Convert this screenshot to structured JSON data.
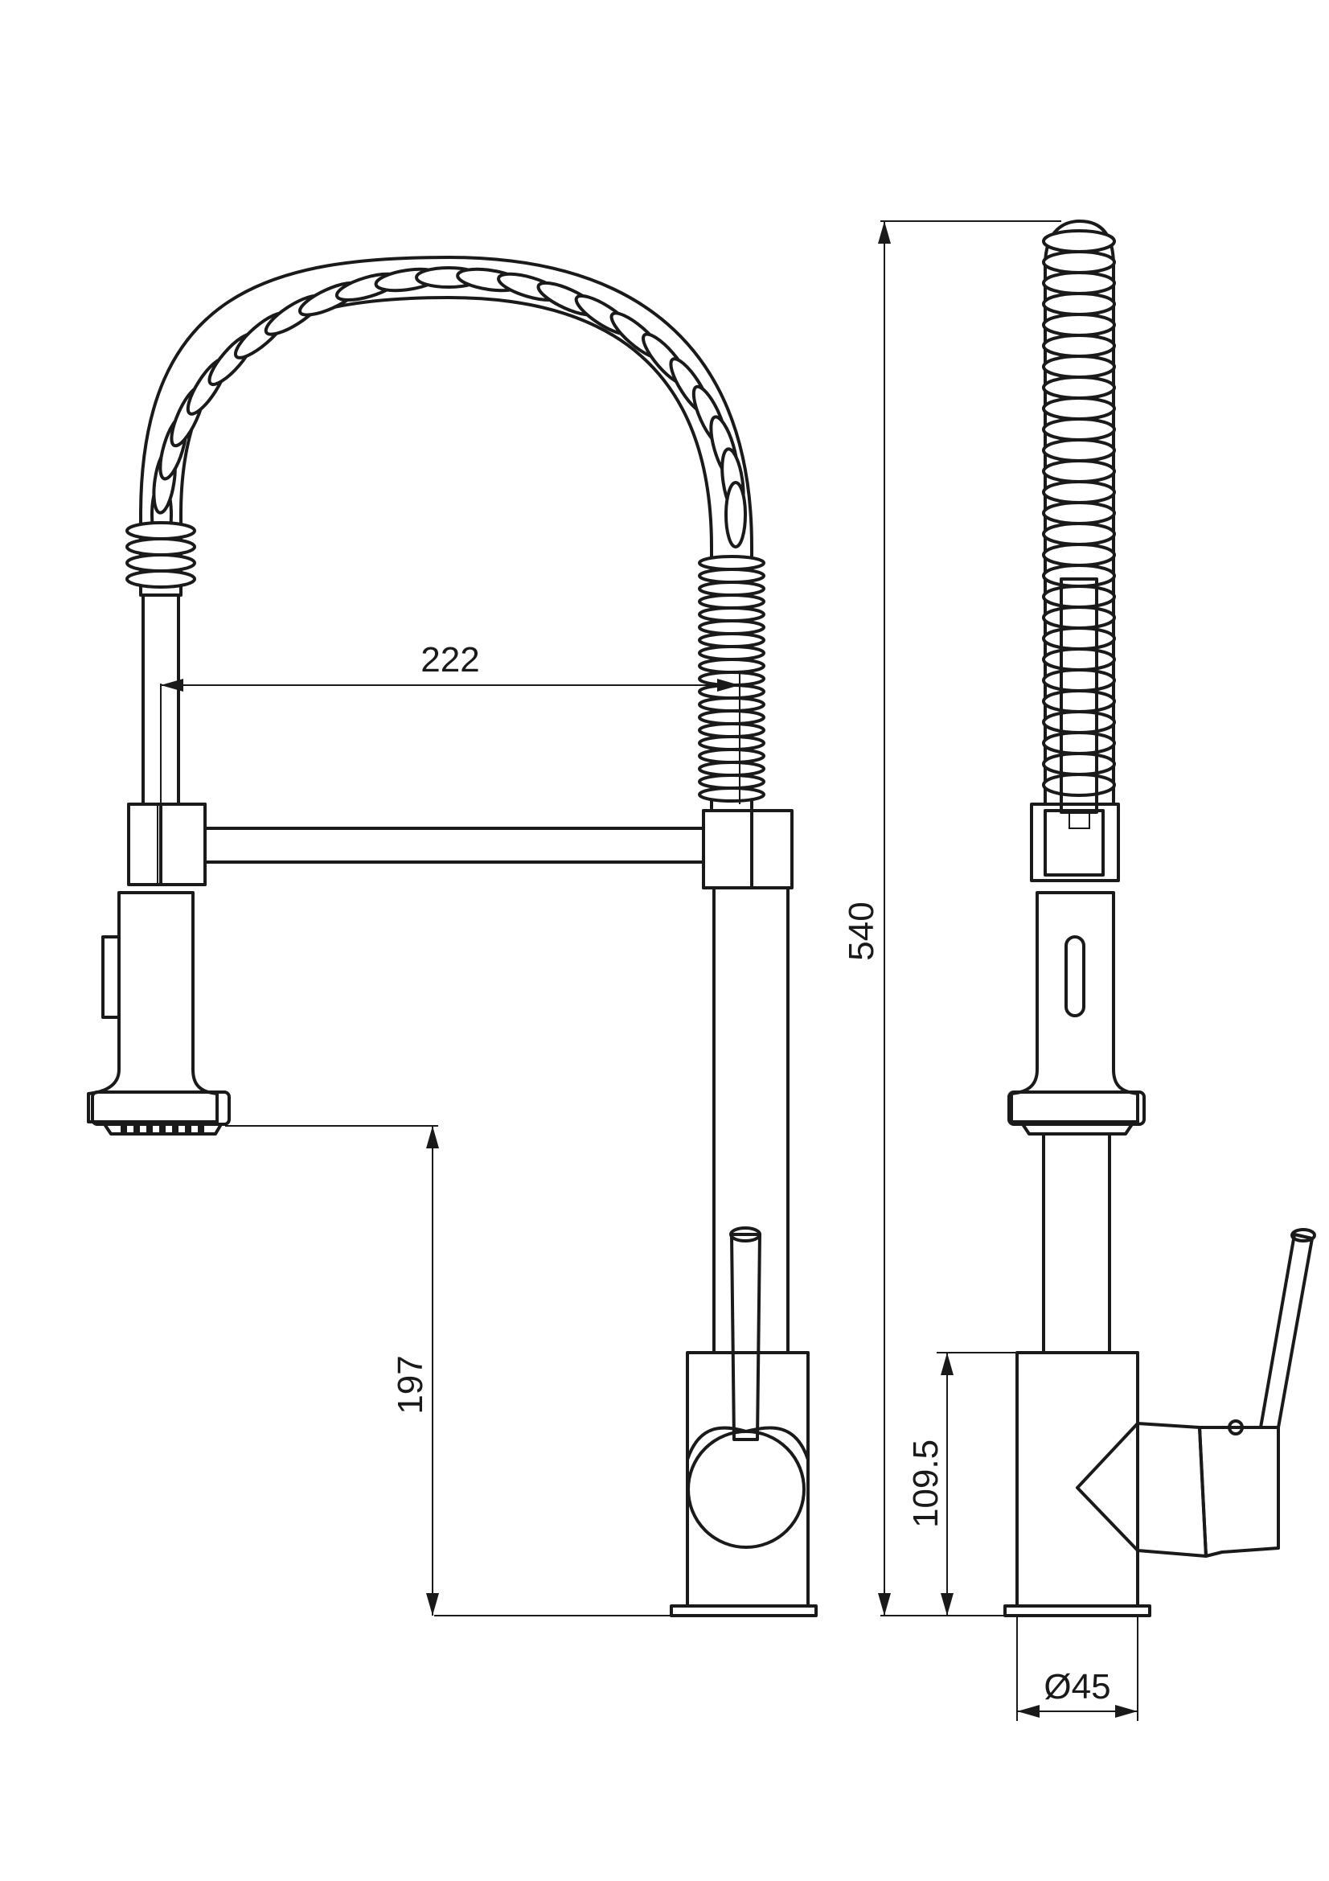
{
  "dimensions": {
    "spout_reach": "222",
    "outlet_height": "197",
    "total_height": "540",
    "body_height": "109.5",
    "base_diameter": "Ø45"
  },
  "colors": {
    "line": "#1a1a1a",
    "background": "#ffffff"
  }
}
